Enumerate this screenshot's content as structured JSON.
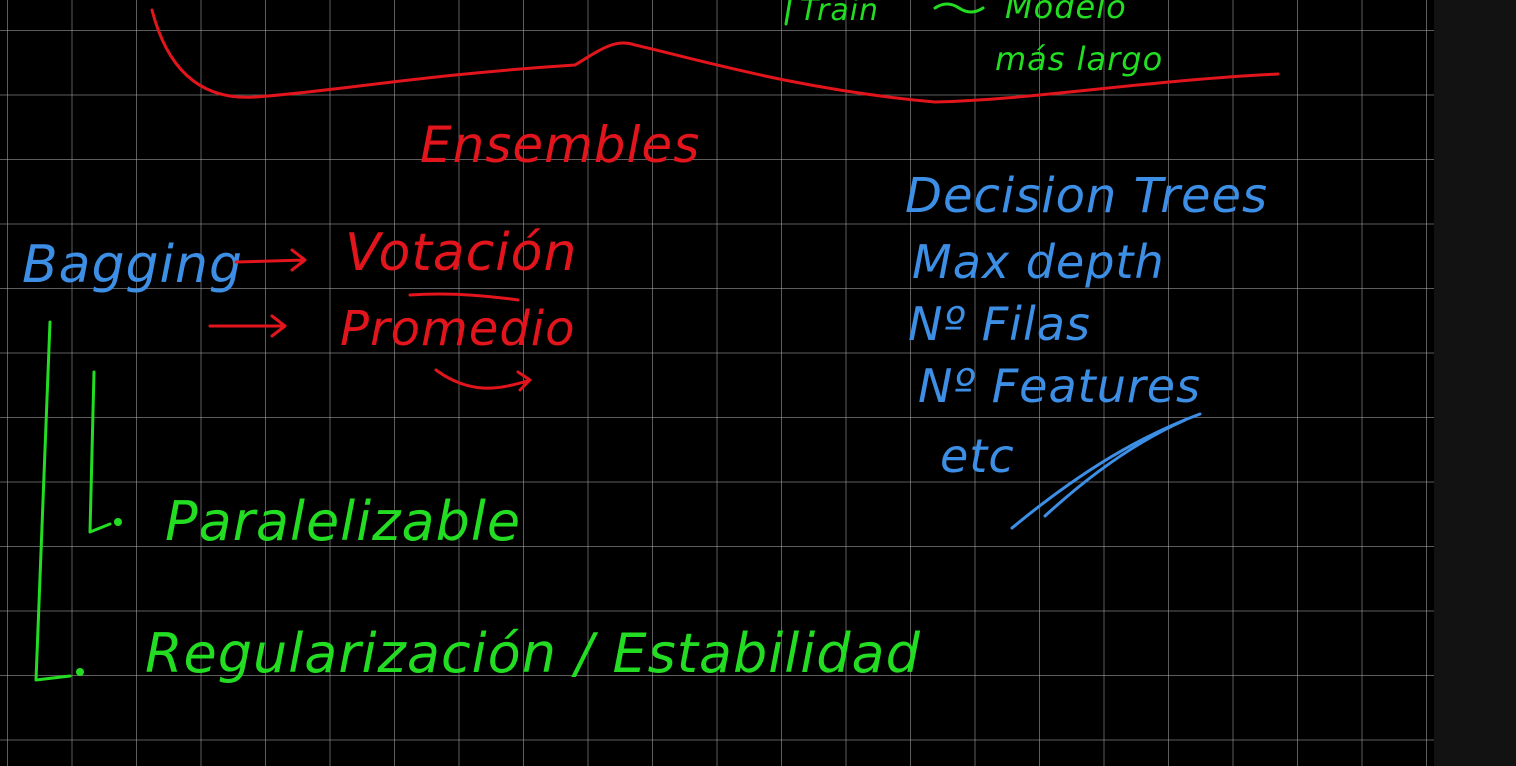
{
  "board": {
    "top_note": {
      "word1": "Train",
      "word2": "Modelo",
      "line2": "más largo"
    },
    "ensembles_title": "Ensembles",
    "bagging_label": "Bagging",
    "voting_label": "Votación",
    "average_label": "Promedio",
    "parallel_label": "Paralelizable",
    "regularization_label": "Regularización / Estabilidad",
    "decision_list": {
      "title": "Decision Trees",
      "items": [
        "Max depth",
        "Nº Filas",
        "Nº Features",
        "etc"
      ]
    },
    "colors": {
      "background": "#000000",
      "grid": "#aaaaaa",
      "green_ink": "#22dd22",
      "red_ink": "#e2141c",
      "blue_ink": "#3d8fe6"
    }
  }
}
